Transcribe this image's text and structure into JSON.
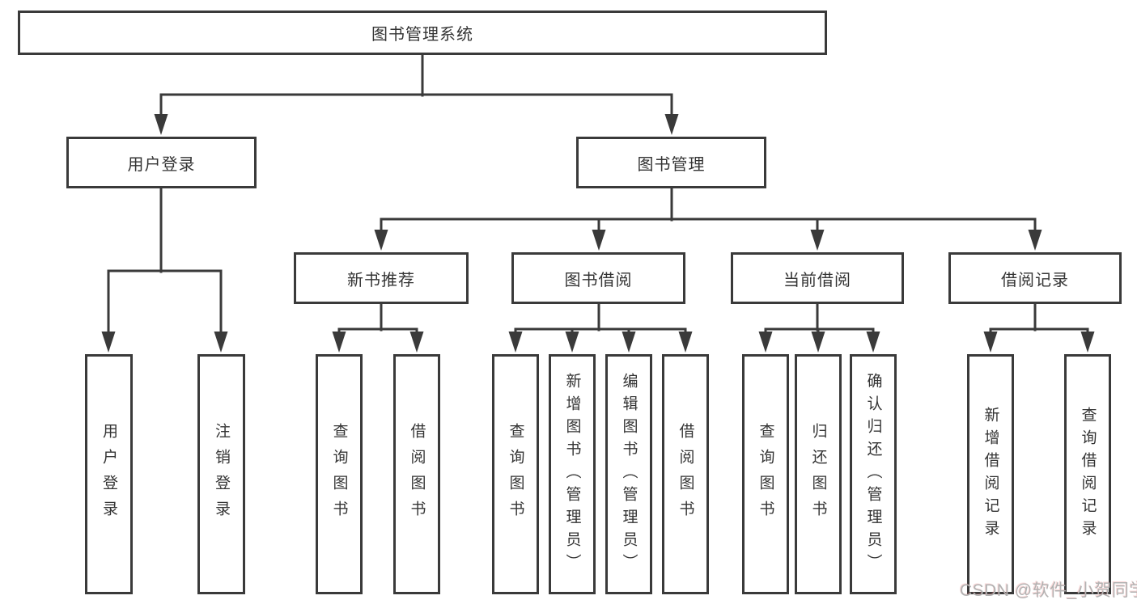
{
  "diagram": {
    "root": "图书管理系统",
    "user_login": {
      "parent": "用户登录",
      "children": [
        "用户登录",
        "注销登录"
      ]
    },
    "book_mgmt": {
      "parent": "图书管理",
      "sections": [
        {
          "parent": "新书推荐",
          "children": [
            "查询图书",
            "借阅图书"
          ]
        },
        {
          "parent": "图书借阅",
          "children": [
            "查询图书",
            "新增图书（管理员）",
            "编辑图书（管理员）",
            "借阅图书"
          ]
        },
        {
          "parent": "当前借阅",
          "children": [
            "查询图书",
            "归还图书",
            "确认归还（管理员）"
          ]
        },
        {
          "parent": "借阅记录",
          "children": [
            "新增借阅记录",
            "查询借阅记录"
          ]
        }
      ]
    },
    "watermark": "CSDN @软件_小贺同学"
  },
  "colors": {
    "line": "#3a3a3a",
    "box_background": "#ffffff",
    "watermark": "#b2b2b2"
  }
}
